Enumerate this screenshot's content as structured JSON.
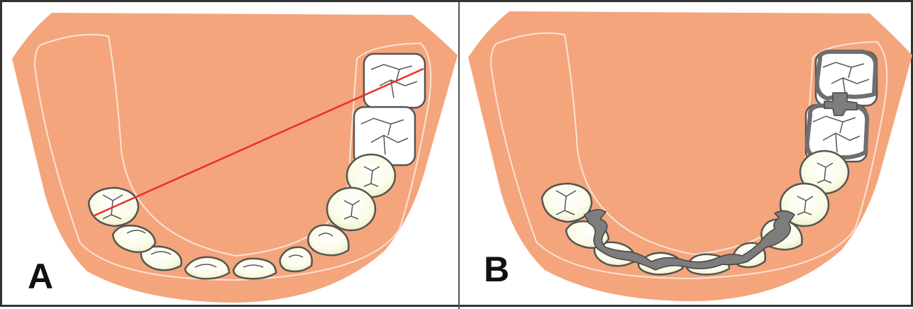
{
  "panels": [
    {
      "id": "A",
      "label": "A"
    },
    {
      "id": "B",
      "label": "B"
    }
  ],
  "colors": {
    "gum": "#f4a57c",
    "tooth": "#ffffff",
    "tooth_outline": "#555555",
    "line": "#e8302c",
    "metal": "#7d7d7d",
    "background": "#ffffff"
  }
}
